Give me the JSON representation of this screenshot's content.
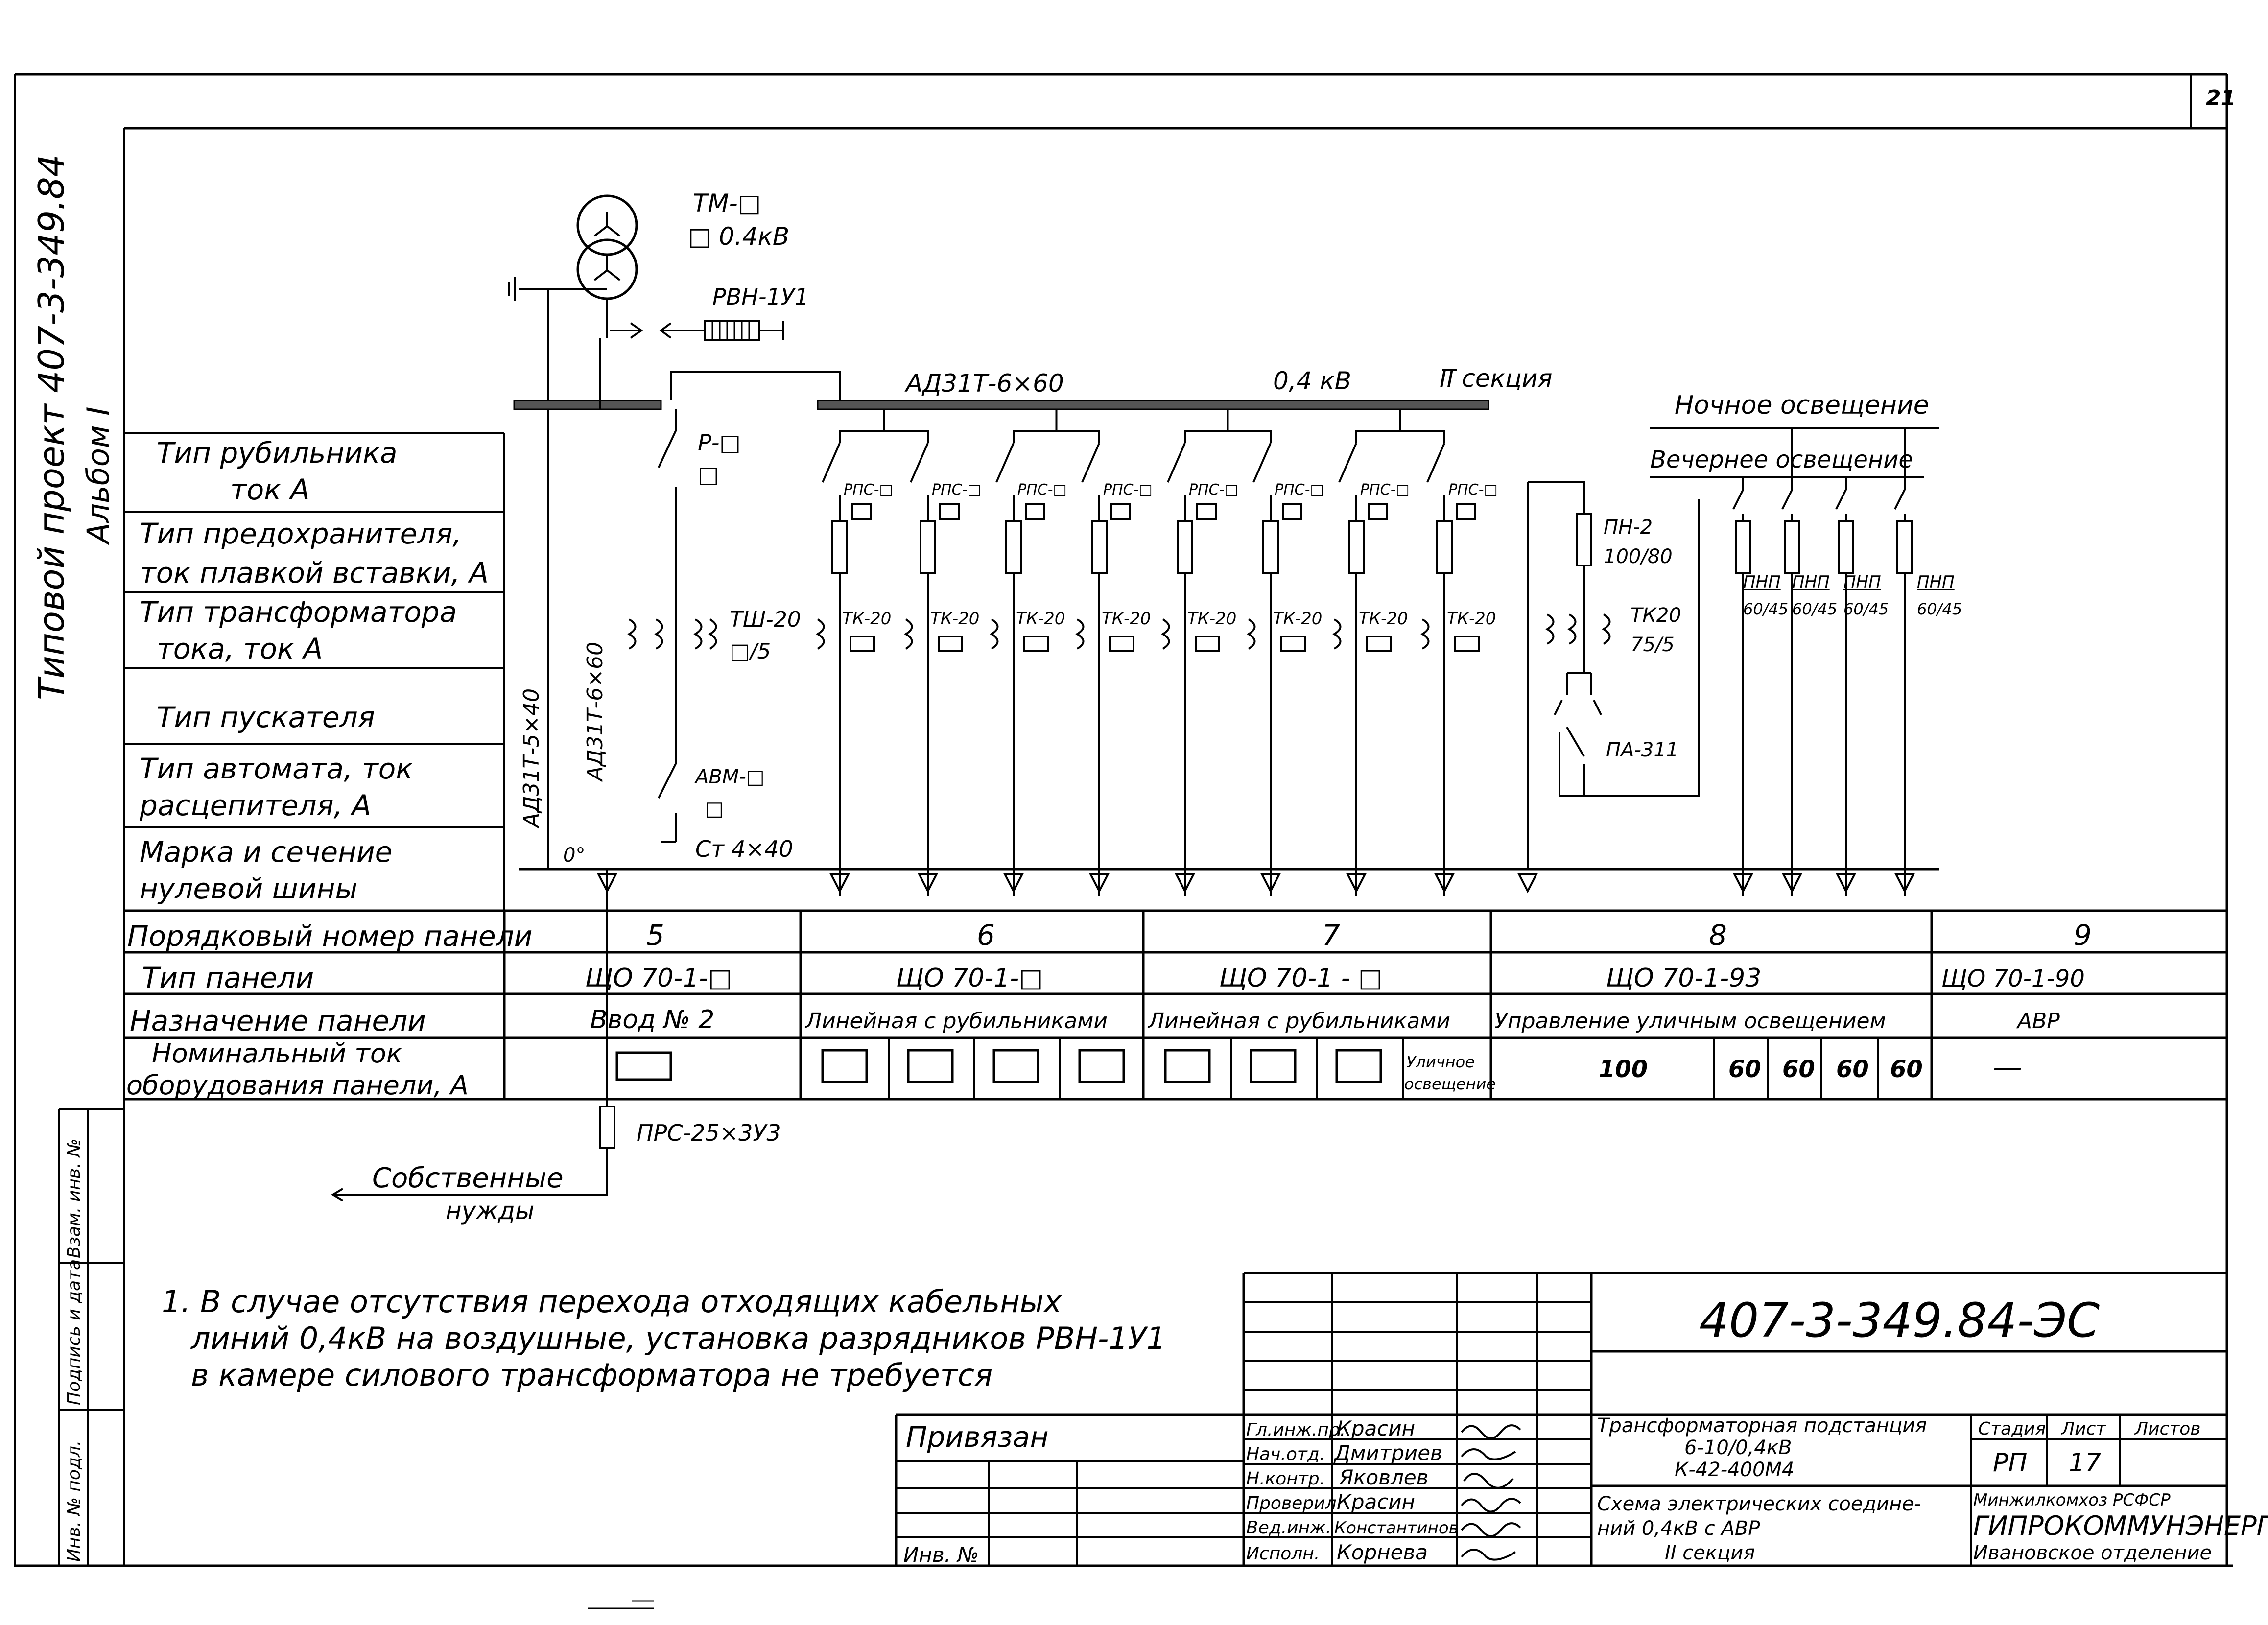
{
  "page_number": "21",
  "side_title": {
    "line1": "Типовой проект 407-3-349.84",
    "line2": "Альбом I"
  },
  "side_stamp": [
    "Инв. № подл.",
    "Подпись и дата",
    "Взам. инв. №"
  ],
  "left_header_rows": [
    "Тип рубильника",
    "ток А",
    "Тип предохранителя,",
    "ток плавкой вставки, А",
    "Тип трансформатора",
    "тока, ток А",
    "Тип пускателя",
    "Тип автомата, ток",
    "расцепителя, А",
    "Марка и сечение",
    "нулевой шины"
  ],
  "diagram": {
    "transformer": "ТМ-□",
    "transformer_voltage": "□ 0.4кВ",
    "arrester": "РВН-1У1",
    "bus_label": "АД31Т-6×60",
    "bus_voltage": "0,4 кВ",
    "section": "II секция",
    "riser1": "АД31Т-5×40",
    "riser2": "АД31Т-6×60",
    "switch_in": "Р-□",
    "switch_in_current": "□",
    "ct_in": "ТШ-20",
    "ct_in_ratio": "□/5",
    "breaker": "АВМ-□",
    "breaker_current": "□",
    "zero_bus": "Ст 4×40",
    "zero_mark": "0°",
    "rps": [
      "РПС-□",
      "РПС-□",
      "РПС-□",
      "РПС-□",
      "РПС-□",
      "РПС-□",
      "РПС-□",
      "РПС-□"
    ],
    "tk": [
      "ТК-20",
      "ТК-20",
      "ТК-20",
      "ТК-20",
      "ТК-20",
      "ТК-20",
      "ТК-20",
      "ТК-20"
    ],
    "fuse8": "ПН-2",
    "fuse8_rating": "100/80",
    "ct8": "ТК20",
    "ct8_ratio": "75/5",
    "starter8": "ПА-311",
    "night_lighting": "Ночное освещение",
    "evening_lighting": "Вечернее освещение",
    "pnp_labels": [
      "ПНП",
      "ПНП",
      "ПНП",
      "ПНП"
    ],
    "pnp_ratings": [
      "60/45",
      "60/45",
      "60/45",
      "60/45"
    ],
    "own_needs_cable": "ПРС-25×3У3",
    "own_needs_1": "Собственные",
    "own_needs_2": "нужды"
  },
  "panel_table": {
    "row_labels": [
      "Порядковый номер панели",
      "Тип панели",
      "Назначение панели",
      "Номинальный ток",
      "оборудования панели, А"
    ],
    "numbers": [
      "5",
      "6",
      "7",
      "8",
      "9"
    ],
    "types": [
      "ЩО 70-1-□",
      "ЩО 70-1-□",
      "ЩО 70-1 - □",
      "ЩО 70-1-93",
      "ЩО 70-1-90"
    ],
    "purposes": [
      "Ввод № 2",
      "Линейная с рубильниками",
      "Линейная с рубильниками",
      "Управление уличным освещением",
      "АВР"
    ],
    "currents_p8": [
      "100",
      "60",
      "60",
      "60",
      "60"
    ],
    "street_light": [
      "Уличное",
      "освещение"
    ],
    "p9_current": "—"
  },
  "note": [
    "1. В случае отсутствия перехода отходящих кабельных",
    "линий 0,4кВ на воздушные, установка разрядников РВН-1У1",
    "в камере силового трансформатора не требуется"
  ],
  "title_block": {
    "doc_code": "407-3-349.84-ЭС",
    "bound": "Привязан",
    "inv": "Инв. №",
    "roles": [
      "Гл.инж.пр.",
      "Нач.отд.",
      "Н.контр.",
      "Проверил",
      "Вед.инж.",
      "Исполн."
    ],
    "names": [
      "Красин",
      "Дмитриев",
      "Яковлев",
      "Красин",
      "Константинов",
      "Корнева"
    ],
    "sheet_title": [
      "Трансформаторная подстанция",
      "6-10/0,4кВ",
      "К-42-400М4"
    ],
    "drawing_title": [
      "Схема электрических соедине-",
      "ний 0,4кВ с АВР",
      "II секция"
    ],
    "stage_h": "Стадия",
    "sheet_h": "Лист",
    "sheets_h": "Листов",
    "stage": "РП",
    "sheet": "17",
    "org1": "Минжилкомхоз РСФСР",
    "org2": "ГИПРОКОММУНЭНЕРГО",
    "org3": "Ивановское отделение"
  }
}
